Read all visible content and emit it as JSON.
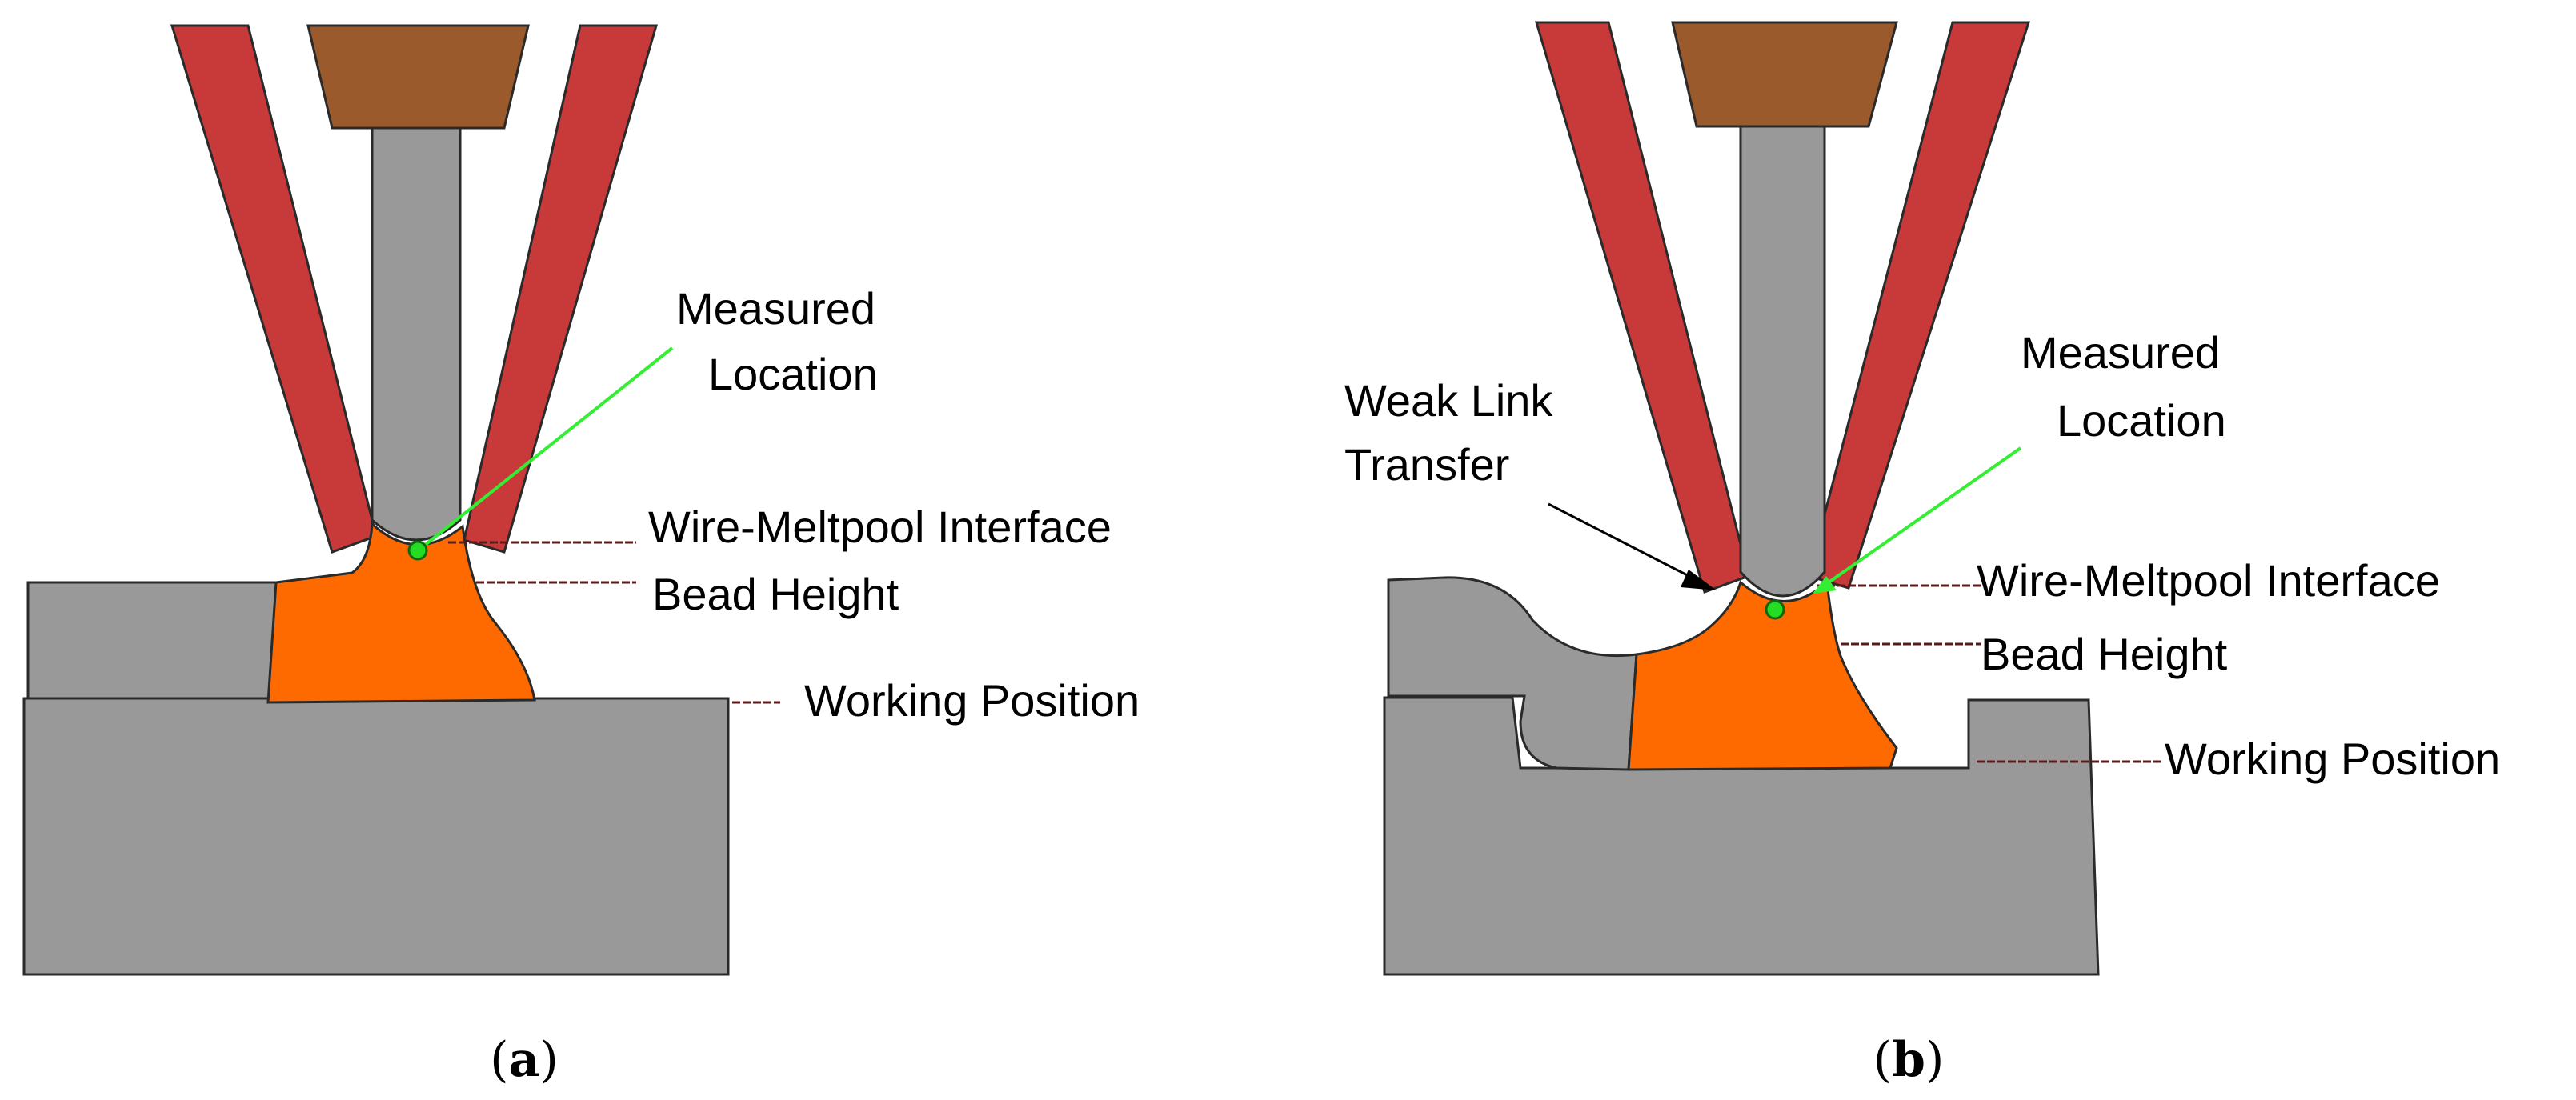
{
  "panels": [
    {
      "id": "a",
      "caption_open": "(",
      "caption_letter": "a",
      "caption_close": ")",
      "labels": {
        "measured_location_line1": "Measured",
        "measured_location_line2": "Location",
        "interface": "Wire-Meltpool Interface",
        "bead_height": "Bead Height",
        "working_position": "Working Position"
      }
    },
    {
      "id": "b",
      "caption_open": "(",
      "caption_letter": "b",
      "caption_close": ")",
      "labels": {
        "weak_link_line1": "Weak Link",
        "weak_link_line2": "Transfer",
        "measured_location_line1": "Measured",
        "measured_location_line2": "Location",
        "interface": "Wire-Meltpool Interface",
        "bead_height": "Bead Height",
        "working_position": "Working Position"
      }
    }
  ],
  "colors": {
    "nozzle": "#c83a3a",
    "contact_tip": "#9b5a2c",
    "wire": "#999999",
    "substrate": "#999999",
    "meltpool": "#ff6a00",
    "measured_point": "#22dd22",
    "measured_line": "#33ee33",
    "leader_line": "#5a1a1a",
    "arrow": "#000000"
  }
}
